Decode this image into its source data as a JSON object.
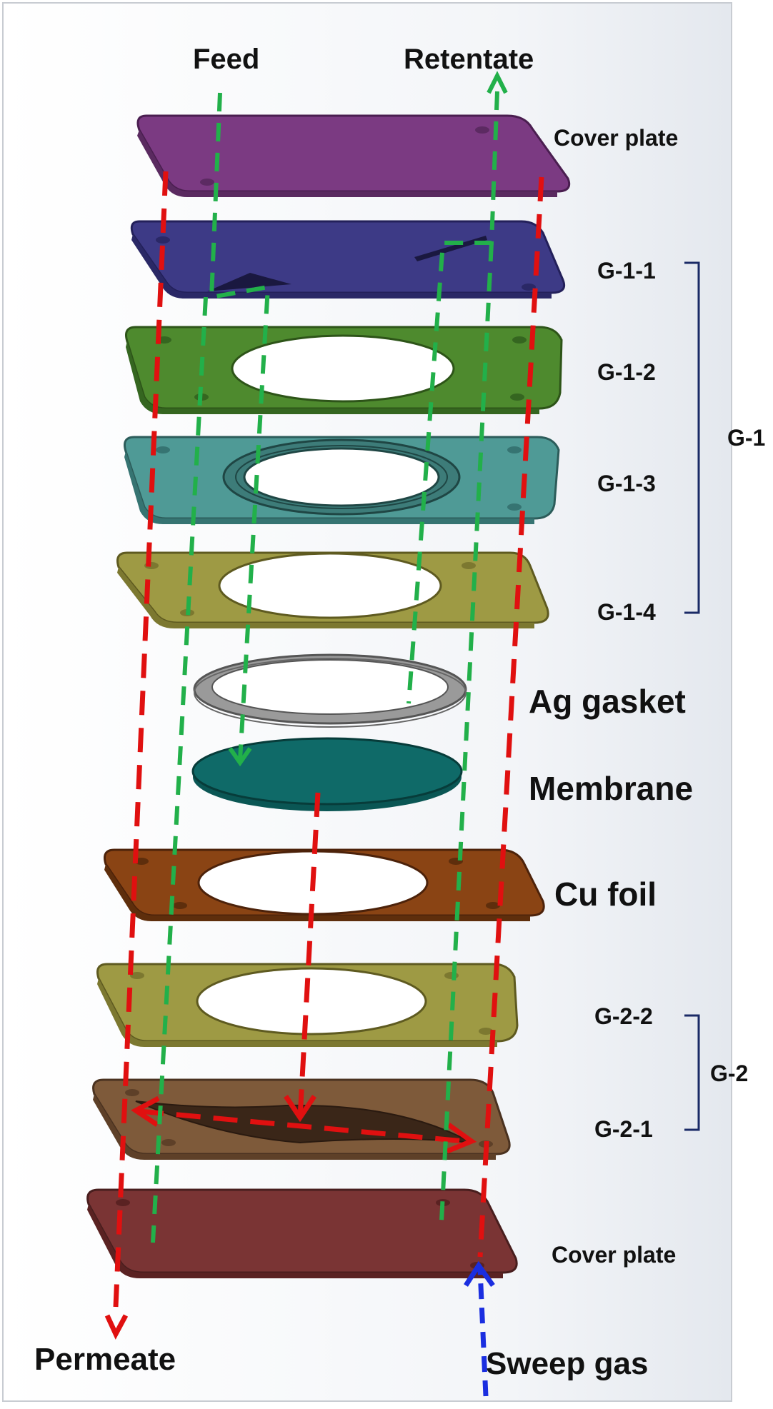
{
  "flows": {
    "feed": "Feed",
    "retentate": "Retentate",
    "permeate": "Permeate",
    "sweep": "Sweep gas"
  },
  "layers": [
    {
      "key": "cover_top",
      "label": "Cover plate",
      "color": "#7b3a82"
    },
    {
      "key": "g11",
      "label": "G-1-1",
      "color": "#3d3a86"
    },
    {
      "key": "g12",
      "label": "G-1-2",
      "color": "#4e8a2e"
    },
    {
      "key": "g13",
      "label": "G-1-3",
      "color": "#4f9a96"
    },
    {
      "key": "g14",
      "label": "G-1-4",
      "color": "#9e9a44"
    },
    {
      "key": "ag",
      "label": "Ag gasket",
      "color": "#9a9a9a"
    },
    {
      "key": "membrane",
      "label": "Membrane",
      "color": "#0f6a68"
    },
    {
      "key": "cu",
      "label": "Cu foil",
      "color": "#8a4414"
    },
    {
      "key": "g22",
      "label": "G-2-2",
      "color": "#9e9a44"
    },
    {
      "key": "g21",
      "label": "G-2-1",
      "color": "#7e5a3a"
    },
    {
      "key": "cover_bottom",
      "label": "Cover plate",
      "color": "#7a3434"
    }
  ],
  "groups": {
    "g1": "G-1",
    "g2": "G-2"
  },
  "colors": {
    "permeate_line": "#e01010",
    "feed_line": "#22b04a",
    "sweep_line": "#1a2ee0",
    "bracket": "#1a2a66"
  }
}
